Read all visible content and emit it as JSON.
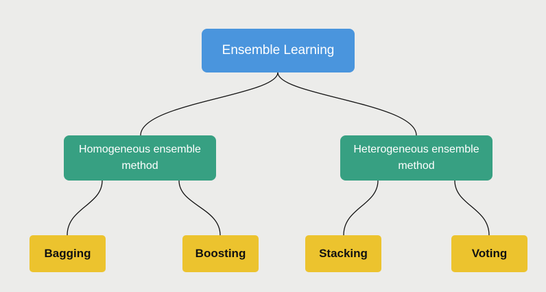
{
  "diagram": {
    "root": {
      "label": "Ensemble Learning",
      "color": "#4a95dd"
    },
    "branches": [
      {
        "label": "Homogeneous ensemble method",
        "color": "#37a082",
        "children": [
          "Bagging",
          "Boosting"
        ]
      },
      {
        "label": "Heterogeneous ensemble method",
        "color": "#37a082",
        "children": [
          "Stacking",
          "Voting"
        ]
      }
    ],
    "leaf_color": "#ecc32e",
    "edge_color": "#111111"
  }
}
